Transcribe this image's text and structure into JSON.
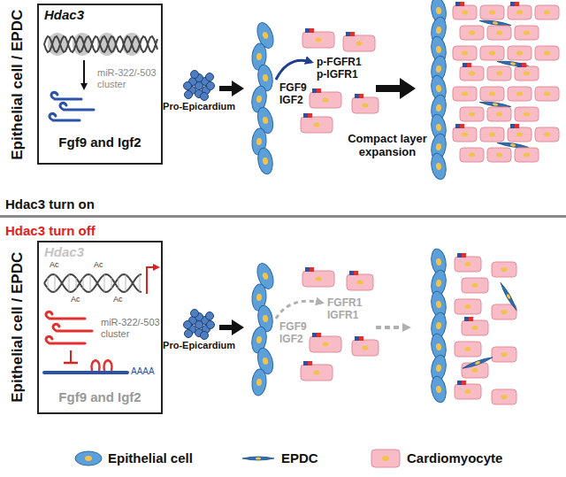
{
  "diagram": {
    "nodes": [
      {
        "text": [
          "Hdac3",
          "miR-322/-503 cluster",
          "Fgf9 and Igf2"
        ]
      },
      {
        "text": [
          "Hdac3",
          "miR-322/-503 cluster",
          "Fgf9 and Igf2"
        ]
      }
    ],
    "labels": [
      "Epithelial cell / EPDC",
      "Pro-Epicardium",
      "FGF9",
      "IGF2",
      "p-FGFR1",
      "p-IGFR1",
      "Compact layer expansion",
      "Hdac3 turn on",
      "Hdac3 turn off",
      "Epithelial cell / EPDC",
      "Ac",
      "Ac",
      "Ac",
      "Ac",
      "AAAA",
      "Pro-Epicardium",
      "FGF9",
      "IGF2",
      "FGFR1",
      "IGFR1"
    ],
    "legend": [
      {
        "text": "Epithelial cell"
      },
      {
        "text": "EPDC"
      },
      {
        "text": "Cardiomyocyte"
      }
    ]
  }
}
